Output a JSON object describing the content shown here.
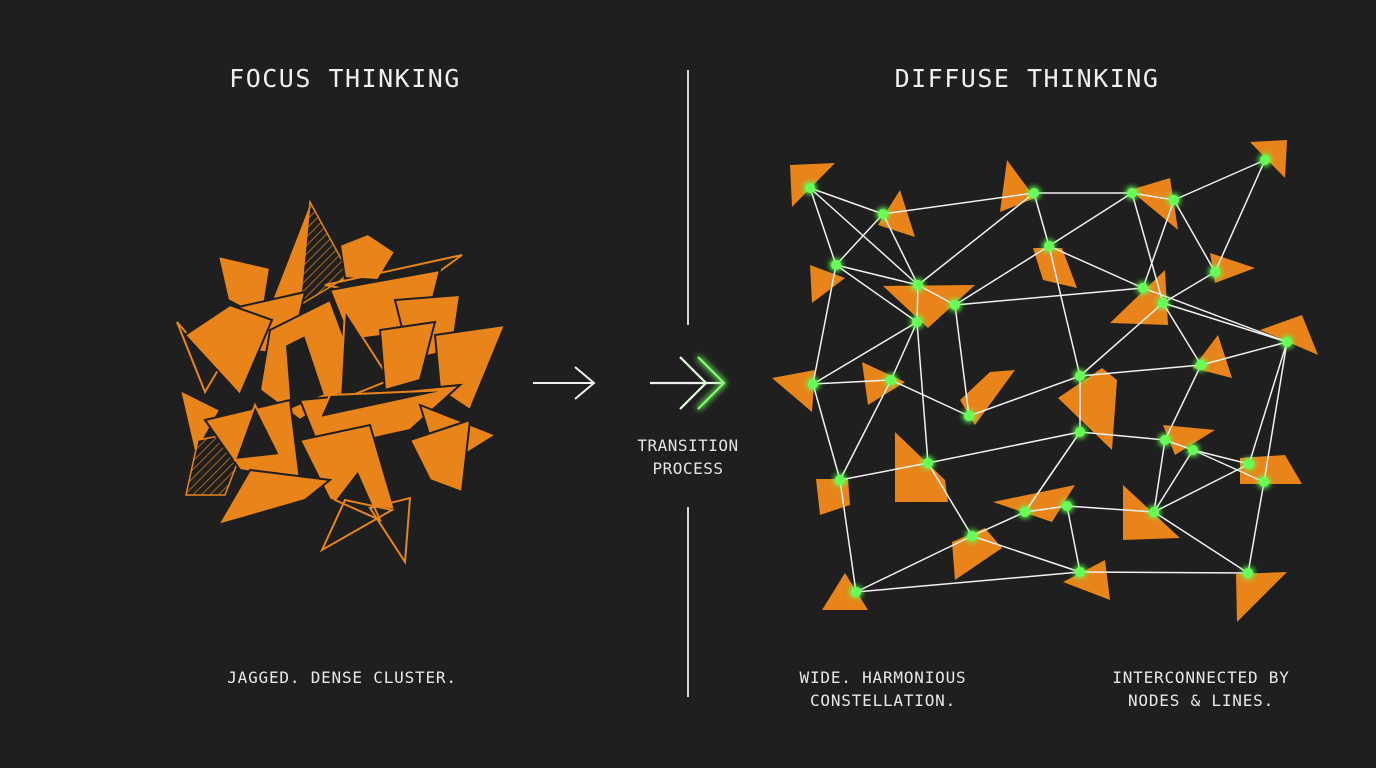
{
  "left_panel": {
    "title": "FOCUS THINKING",
    "caption": "JAGGED. DENSE CLUSTER."
  },
  "transition": {
    "label": "TRANSITION\nPROCESS"
  },
  "right_panel": {
    "title": "DIFFUSE THINKING",
    "caption_left": "WIDE. HARMONIOUS\nCONSTELLATION.",
    "caption_right": "INTERCONNECTED BY\nNODES & LINES."
  },
  "colors": {
    "background": "#1f1f1f",
    "shape_orange": "#e8841a",
    "node_green": "#66ff55",
    "line_white": "#f2f2f2"
  },
  "icons": [
    "arrow-right-icon",
    "double-chevron-arrow-icon"
  ]
}
